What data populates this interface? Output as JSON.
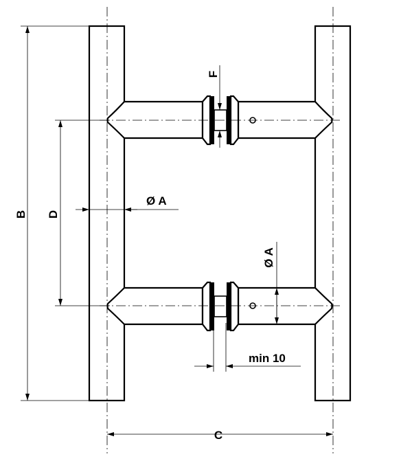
{
  "drawing": {
    "title": "Pull handle dimension drawing",
    "dimension_labels": {
      "b": "B",
      "c": "C",
      "d": "D",
      "f": "F",
      "a_bar": "Ø A",
      "a_tube": "Ø A",
      "min_gap": "min 10"
    }
  }
}
